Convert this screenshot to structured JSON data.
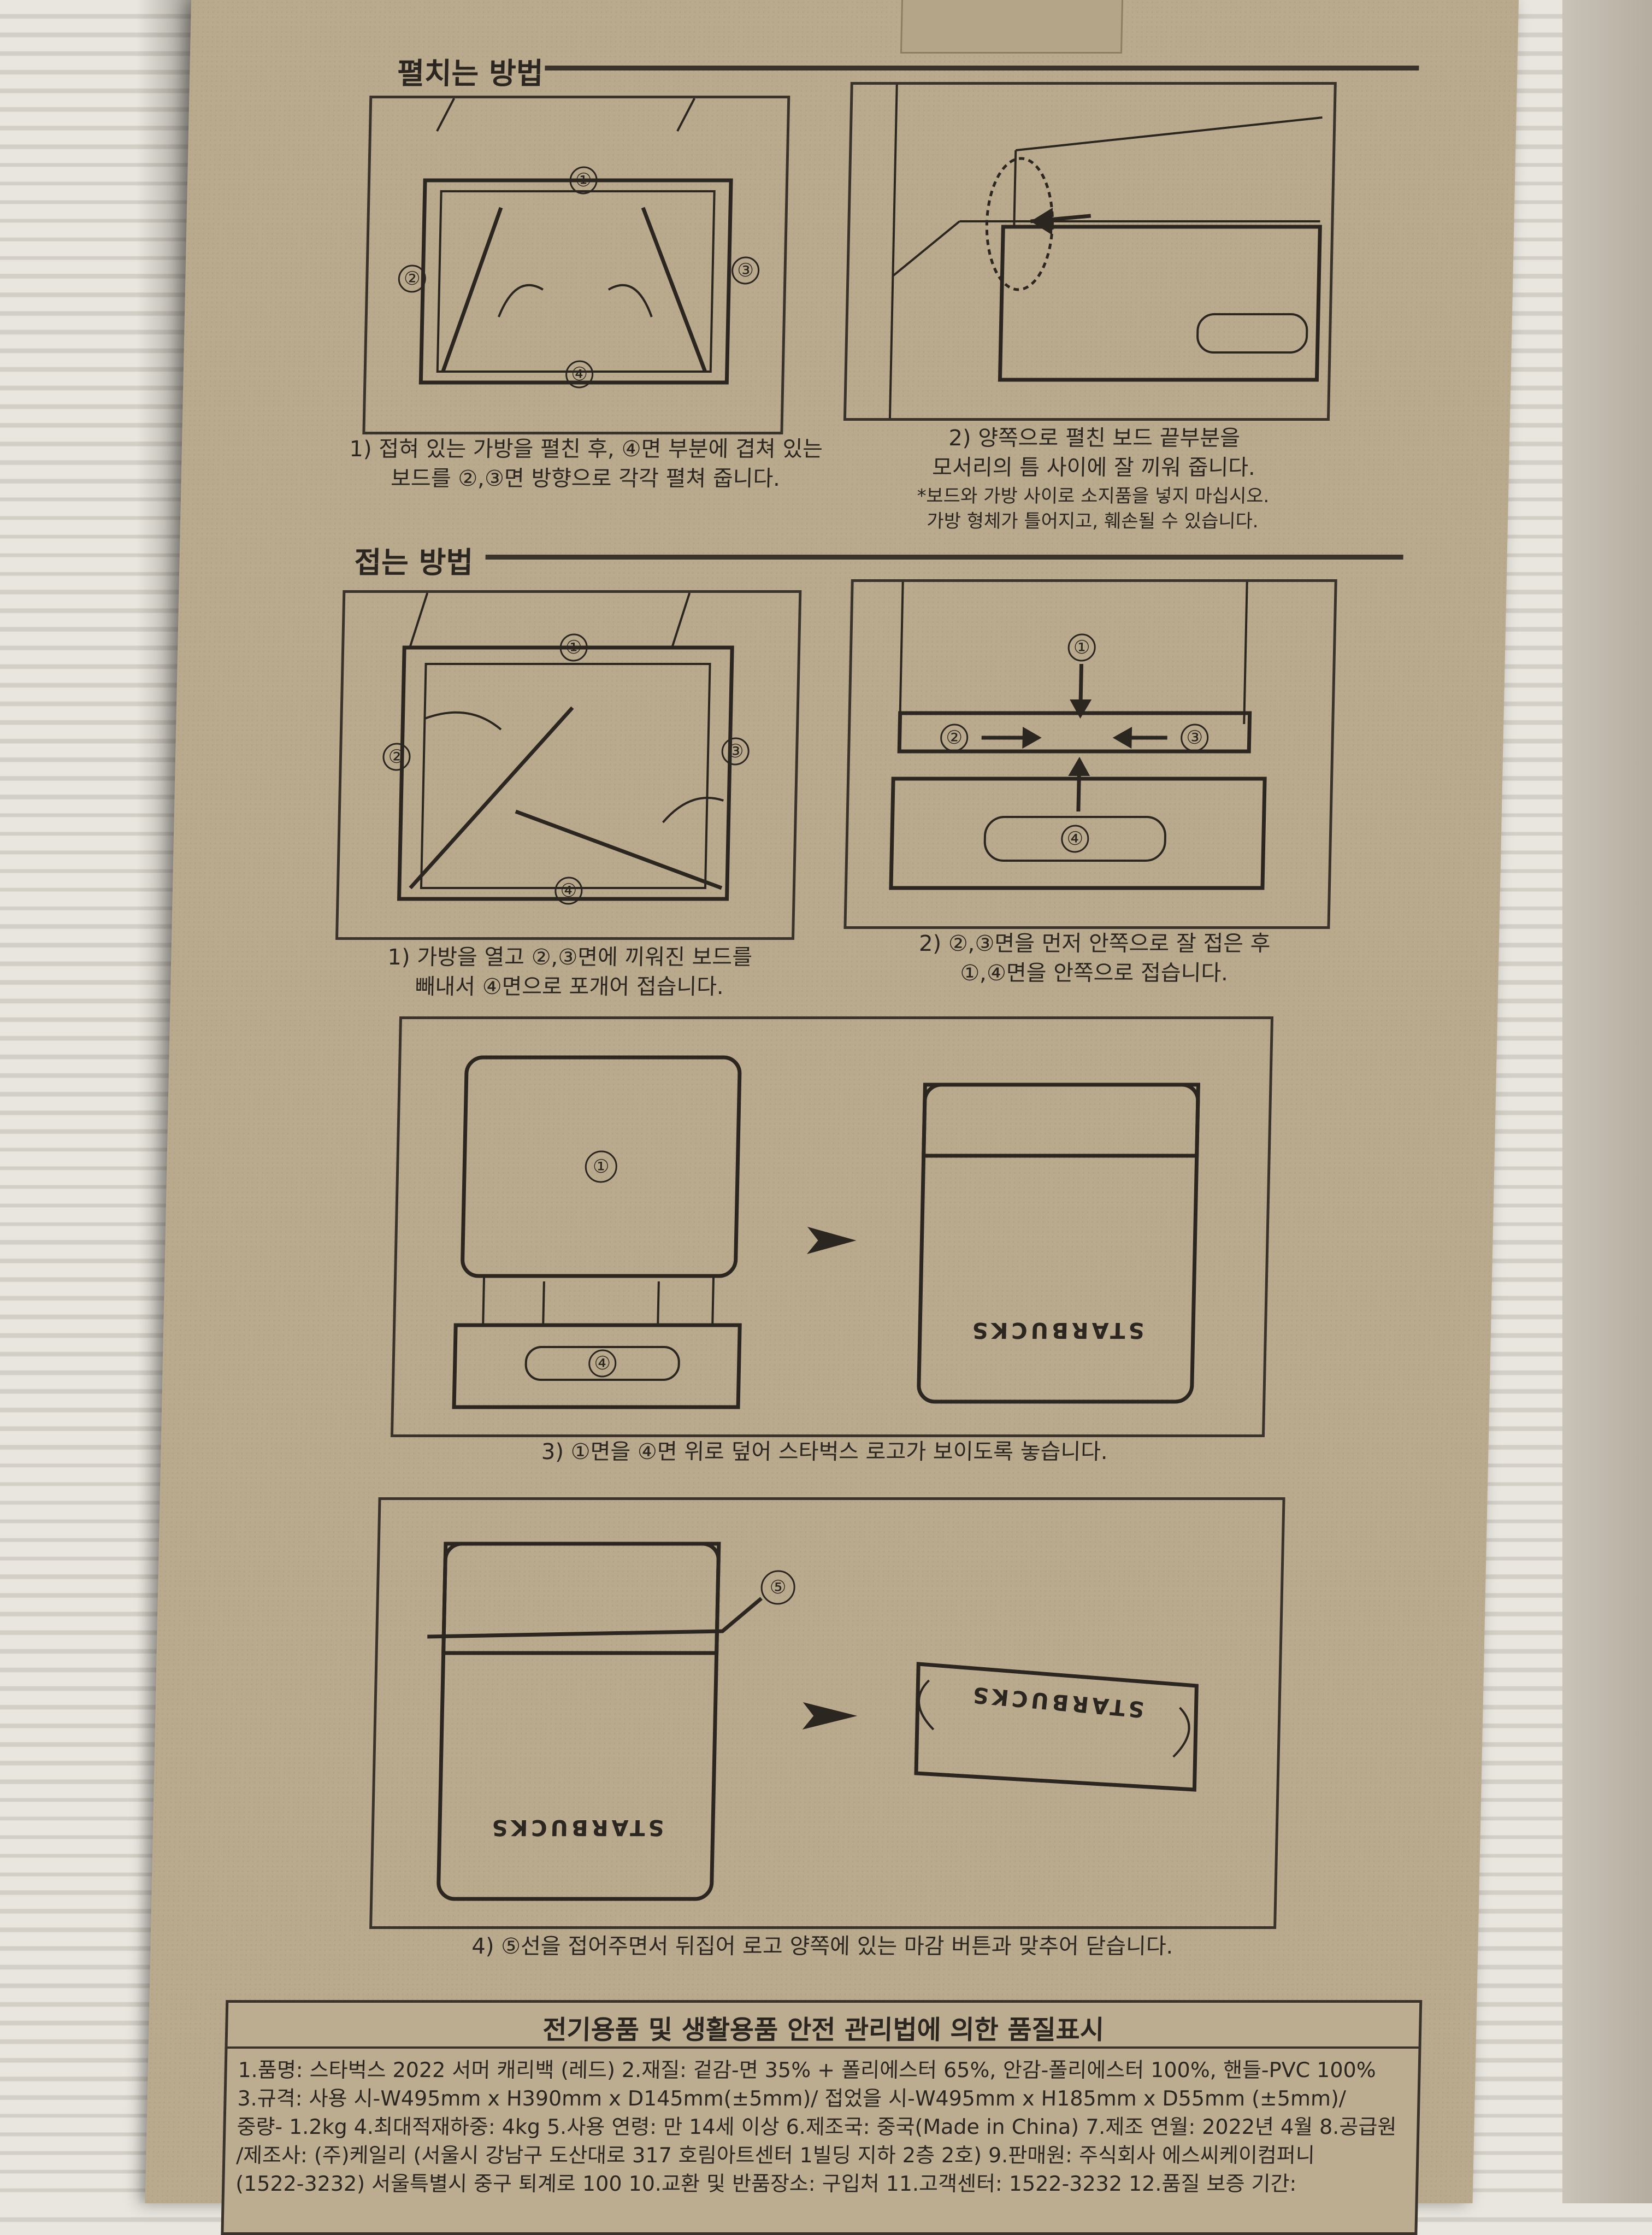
{
  "unfold": {
    "title": "펼치는 방법",
    "step1": "1) 접혀 있는 가방을 펼친 후, ④면 부분에 겹쳐 있는\n보드를 ②,③면 방향으로 각각 펼쳐 줍니다.",
    "step2": "2) 양쪽으로 펼친 보드 끝부분을\n모서리의 틈 사이에 잘 끼워 줍니다.",
    "note": "*보드와 가방 사이로 소지품을 넣지 마십시오.\n가방 형체가 틀어지고, 훼손될 수 있습니다."
  },
  "fold": {
    "title": "접는 방법",
    "step1": "1) 가방을 열고 ②,③면에 끼워진 보드를\n빼내서 ④면으로 포개어 접습니다.",
    "step2": "2) ②,③면을 먼저 안쪽으로 잘 접은 후\n①,④면을 안쪽으로 접습니다.",
    "step3": "3) ①면을 ④면 위로 덮어 스타벅스 로고가 보이도록 놓습니다.",
    "step4": "4) ⑤선을 접어주면서 뒤집어 로고 양쪽에 있는 마감 버튼과 맞추어 닫습니다."
  },
  "labels": {
    "n1": "①",
    "n2": "②",
    "n3": "③",
    "n4": "④",
    "n5": "⑤",
    "logo": "STARBUCKS"
  },
  "quality": {
    "title": "전기용품 및 생활용품 안전 관리법에 의한 품질표시",
    "line1": "1.품명: 스타벅스 2022 서머 캐리백 (레드) 2.재질: 겉감-면 35% + 폴리에스터 65%, 안감-폴리에스터 100%, 핸들-PVC 100%",
    "line2": "3.규격: 사용 시-W495mm x H390mm x D145mm(±5mm)/ 접었을 시-W495mm x H185mm x D55mm (±5mm)/",
    "line3": "중량- 1.2kg 4.최대적재하중: 4kg 5.사용 연령: 만 14세 이상 6.제조국: 중국(Made in China) 7.제조 연월: 2022년 4월 8.공급원",
    "line4": "/제조사: (주)케일리 (서울시 강남구 도산대로 317 호림아트센터 1빌딩 지하 2층 2호) 9.판매원: 주식회사 에스씨케이컴퍼니",
    "line5": "(1522-3232) 서울특별시 중구 퇴계로 100 10.교환 및 반품장소: 구입처 11.고객센터: 1522-3232 12.품질 보증 기간:"
  }
}
